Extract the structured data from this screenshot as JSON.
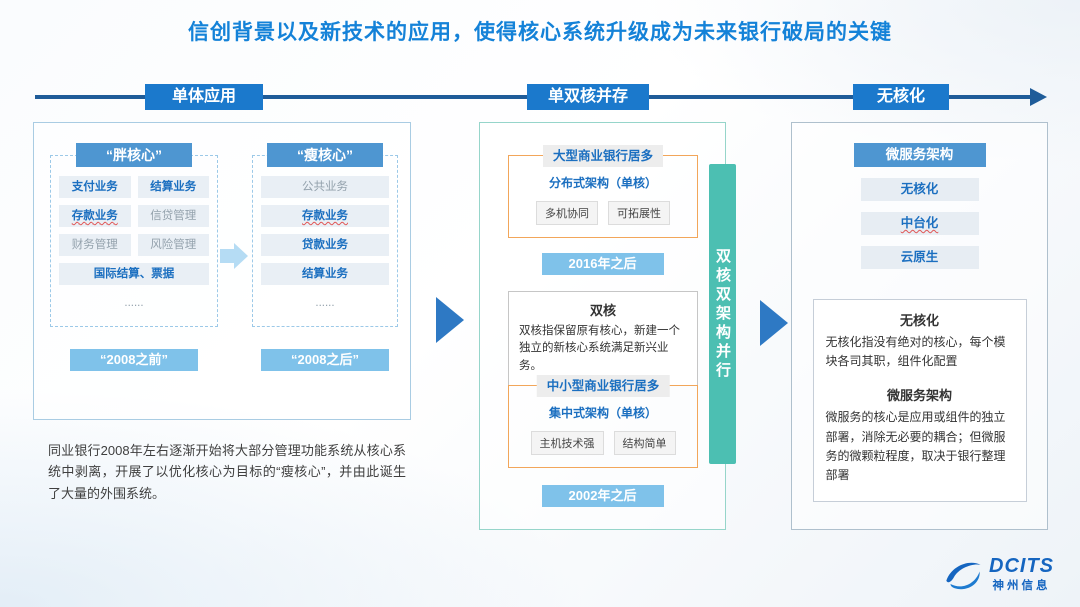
{
  "title": "信创背景以及新技术的应用，使得核心系统升级成为未来银行破局的关键",
  "timeline": {
    "stages": [
      {
        "label": "单体应用"
      },
      {
        "label": "单双核并存"
      },
      {
        "label": "无核化"
      }
    ]
  },
  "panel1": {
    "fat_core": {
      "header": "“胖核心”",
      "items": [
        {
          "label": "支付业务"
        },
        {
          "label": "结算业务"
        },
        {
          "label": "存款业务"
        },
        {
          "label": "信贷管理"
        },
        {
          "label": "财务管理"
        },
        {
          "label": "风险管理"
        },
        {
          "label": "国际结算、票据"
        },
        {
          "label": "......"
        }
      ],
      "period": "“2008之前”"
    },
    "thin_core": {
      "header": "“瘦核心”",
      "items": [
        {
          "label": "公共业务"
        },
        {
          "label": "存款业务"
        },
        {
          "label": "贷款业务"
        },
        {
          "label": "结算业务"
        },
        {
          "label": "......"
        }
      ],
      "period": "“2008之后”"
    },
    "note": "同业银行2008年左右逐渐开始将大部分管理功能系统从核心系统中剥离，开展了以优化核心为目标的“瘦核心”，并由此诞生了大量的外围系统。"
  },
  "panel2": {
    "large_banks": {
      "header": "大型商业银行居多",
      "arch": "分布式架构（单核）",
      "features": [
        {
          "label": "多机协同"
        },
        {
          "label": "可拓展性"
        }
      ],
      "period": "2016年之后"
    },
    "dual_core": {
      "title": "双核",
      "desc": "双核指保留原有核心，新建一个独立的新核心系统满足新兴业务。"
    },
    "small_banks": {
      "header": "中小型商业银行居多",
      "arch": "集中式架构（单核）",
      "features": [
        {
          "label": "主机技术强"
        },
        {
          "label": "结构简单"
        }
      ],
      "period": "2002年之后"
    },
    "side_label": "双核双架构并行"
  },
  "panel3": {
    "header": "微服务架构",
    "items": [
      {
        "label": "无核化"
      },
      {
        "label": "中台化"
      },
      {
        "label": "云原生"
      }
    ],
    "detail": {
      "decoring_title": "无核化",
      "decoring_desc": "无核化指没有绝对的核心，每个模块各司其职，组件化配置",
      "microservice_title": "微服务架构",
      "microservice_desc": "微服务的核心是应用或组件的独立部署，消除无必要的耦合；但微服务的微颗粒程度，取决于银行整理部署"
    }
  },
  "logo": {
    "brand": "DCITS",
    "company": "神州信息"
  },
  "colors": {
    "title_blue": "#1482D8",
    "stage_blue": "#1B79CC",
    "header_blue": "#4E96D1",
    "light_blue_label": "#7FC2EA",
    "teal": "#4CBFB2",
    "orange": "#F2A65A"
  }
}
